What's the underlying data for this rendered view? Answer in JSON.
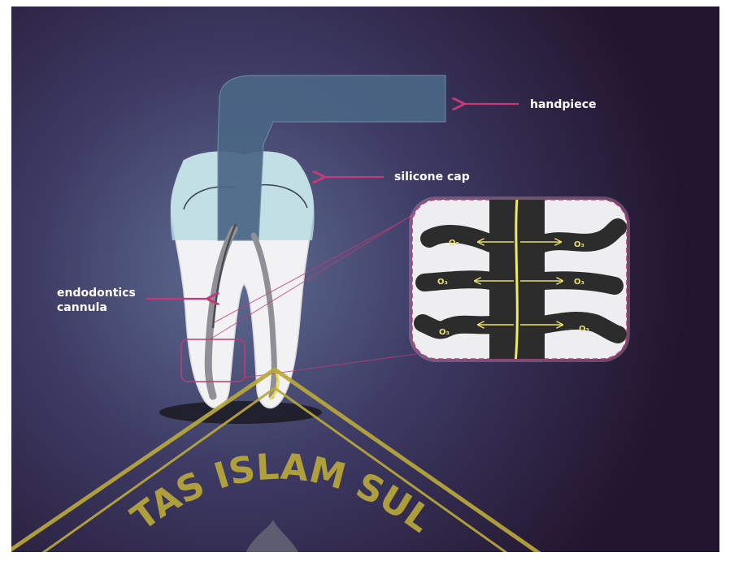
{
  "labels": {
    "handpiece": "handpiece",
    "silicone_cap": "silicone cap",
    "cannula_line1": "endodontics",
    "cannula_line2": "cannula"
  },
  "zoom_inset": {
    "molecule_label": "O₃"
  },
  "watermark": {
    "text": "TAS ISLAM SULT"
  },
  "colors": {
    "background_center": "#5b6a8e",
    "background_edge": "#25162f",
    "accent_arrow": "#c23a78",
    "tooth": "#f1f1f3",
    "cannula": "#8c8c8c",
    "tubule": "#2a2a2a",
    "canal_line": "#f0ea5a",
    "watermark": "#b9a83a"
  }
}
